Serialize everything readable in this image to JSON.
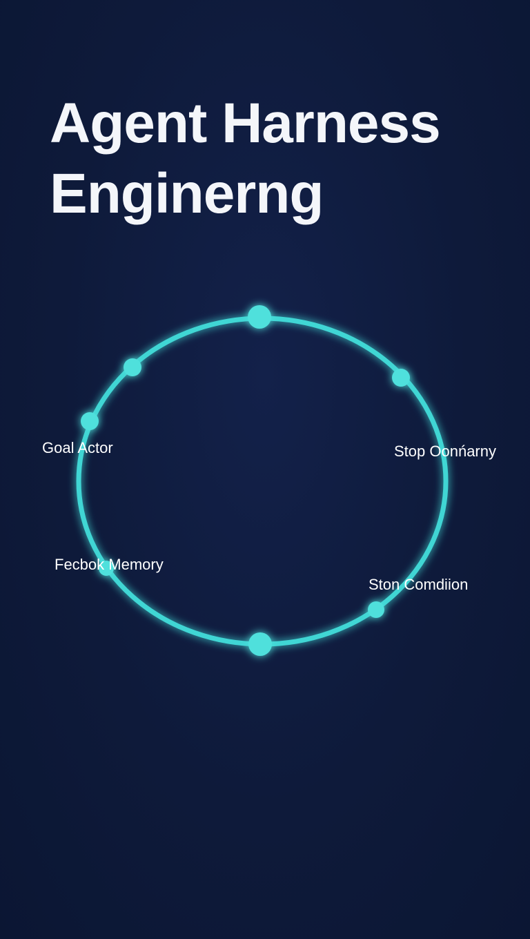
{
  "title": {
    "line1": "Agent Harness",
    "line2": "Enginerng"
  },
  "diagram": {
    "type": "loop",
    "ring_color": "#3fd6d4",
    "node_color": "#4fe0dc",
    "labels": {
      "goal_actor": "Goal Actor",
      "stop_company": "Stop Oonńarny",
      "feedback_memory": "Fecbok Memory",
      "stop_condition": "Ston Comdiion"
    }
  }
}
